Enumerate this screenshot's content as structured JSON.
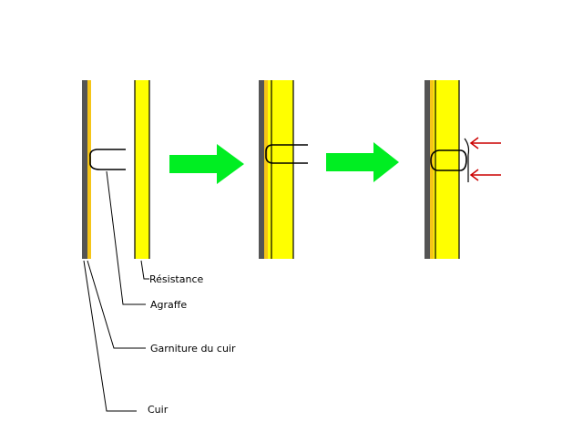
{
  "labels": {
    "resistance": "Résistance",
    "agraffe": "Agraffe",
    "garniture": "Garniture du cuir",
    "cuir": "Cuir"
  },
  "colors": {
    "leather": "#555555",
    "lining": "#f5c518",
    "resistance": "#ffff00",
    "arrow": "#00ee22",
    "force": "#cc0000",
    "line": "#000000",
    "background": "#ffffff"
  },
  "icons": {
    "step_arrow": "right-arrow-icon",
    "force_arrow": "left-arrow-icon"
  }
}
